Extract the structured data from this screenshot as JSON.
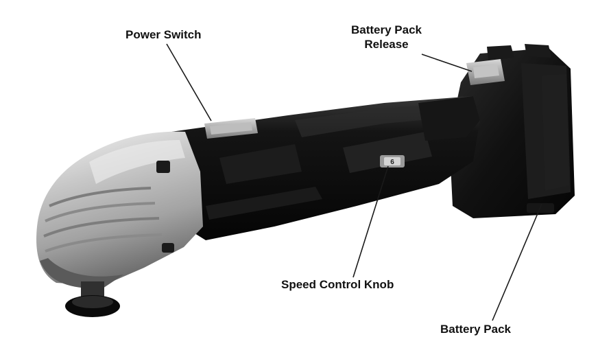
{
  "labels": {
    "power_switch": "Power Switch",
    "battery_release_line1": "Battery Pack",
    "battery_release_line2": "Release",
    "speed_control": "Speed Control Knob",
    "battery_pack": "Battery Pack"
  },
  "speed_dial_value": "6",
  "colors": {
    "body": "#0c0c0c",
    "metal": "#b9b9b9",
    "switch": "#8f8f8f",
    "leader": "#1a1a1a"
  }
}
